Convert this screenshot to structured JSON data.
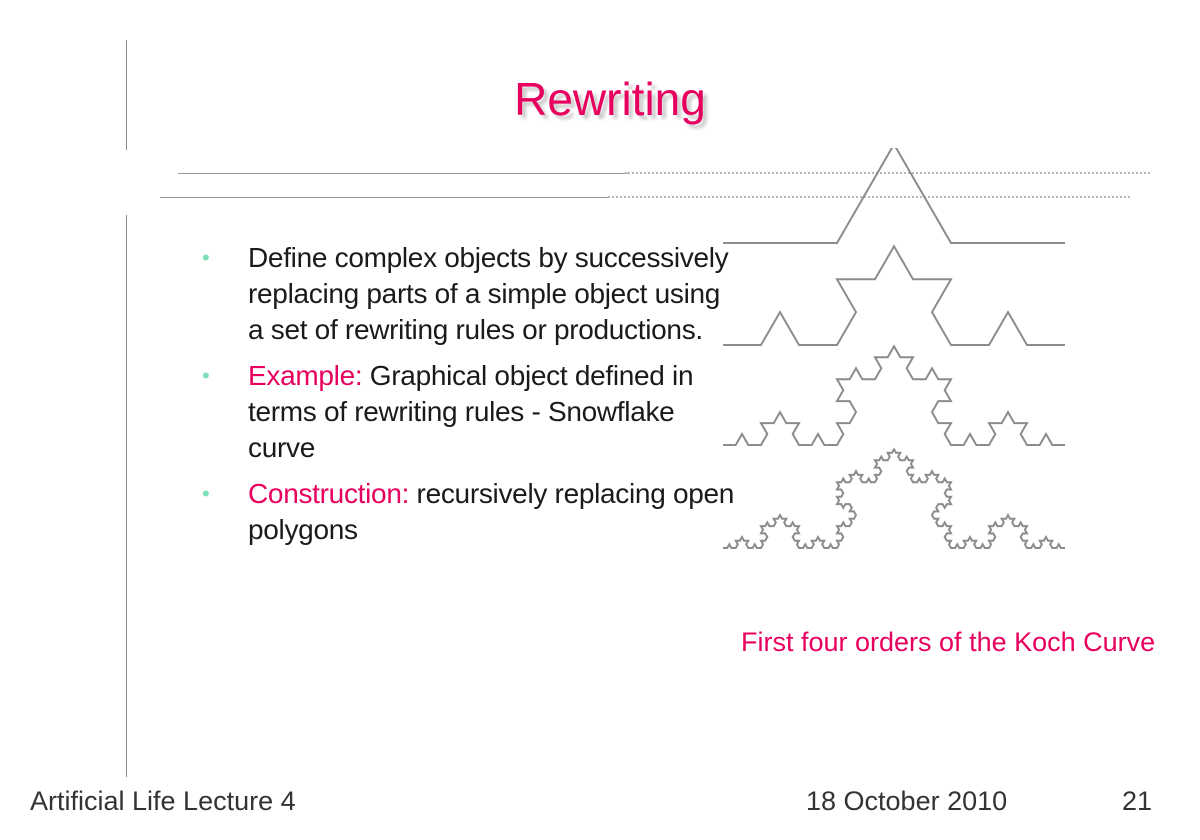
{
  "colors": {
    "accent": "#e8005e",
    "bullet": "#7fe0b8",
    "text": "#1a1a1a",
    "curve": "#8c8c8c"
  },
  "slide": {
    "title": "Rewriting"
  },
  "bullets": [
    {
      "lead": "",
      "text": "Define complex objects by successively replacing parts of a simple object using a set of rewriting rules or productions."
    },
    {
      "lead": "Example:",
      "text": " Graphical object defined in terms of rewriting rules - Snowflake curve"
    },
    {
      "lead": "Construction:",
      "text": " recursively replacing open polygons"
    }
  ],
  "figure": {
    "caption": "First four orders of the Koch Curve",
    "orders": [
      1,
      2,
      3,
      4
    ]
  },
  "footer": {
    "left": "Artificial Life Lecture 4",
    "date": "18 October 2010",
    "page": "21"
  }
}
